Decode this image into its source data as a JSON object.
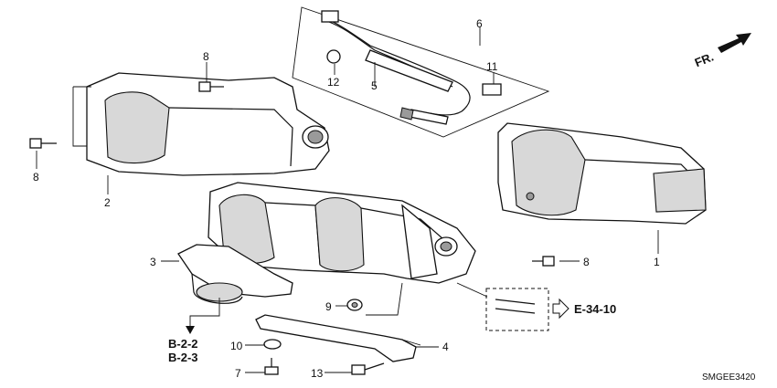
{
  "callouts": {
    "c1": "1",
    "c2": "2",
    "c3": "3",
    "c4": "4",
    "c5": "5",
    "c6": "6",
    "c7": "7",
    "c8a": "8",
    "c8b": "8",
    "c8c": "8",
    "c9": "9",
    "c10": "10",
    "c11": "11",
    "c12": "12",
    "c13": "13"
  },
  "references": {
    "b22": "B-2-2",
    "b23": "B-2-3",
    "e3410": "E-34-10"
  },
  "direction_label": "FR.",
  "diagram_code": "SMGEE3420"
}
